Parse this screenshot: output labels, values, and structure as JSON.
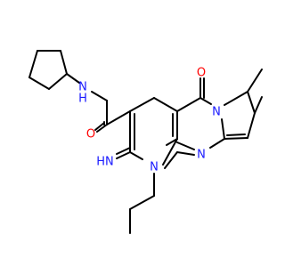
{
  "colors": {
    "bond": "#000000",
    "nitrogen": "#1a1aff",
    "oxygen": "#ff0000",
    "background": "#ffffff"
  },
  "atoms": {
    "amide_nh": "N\nH",
    "amide_o": "O",
    "imine_nh": "HN",
    "n_propyl": "N",
    "n_ring": "N",
    "n_bridge": "N",
    "carbonyl_o": "O"
  },
  "atom_labels": {
    "amide_n": "N",
    "amide_h": "H",
    "imine_n": "N",
    "imine_h": "H"
  }
}
